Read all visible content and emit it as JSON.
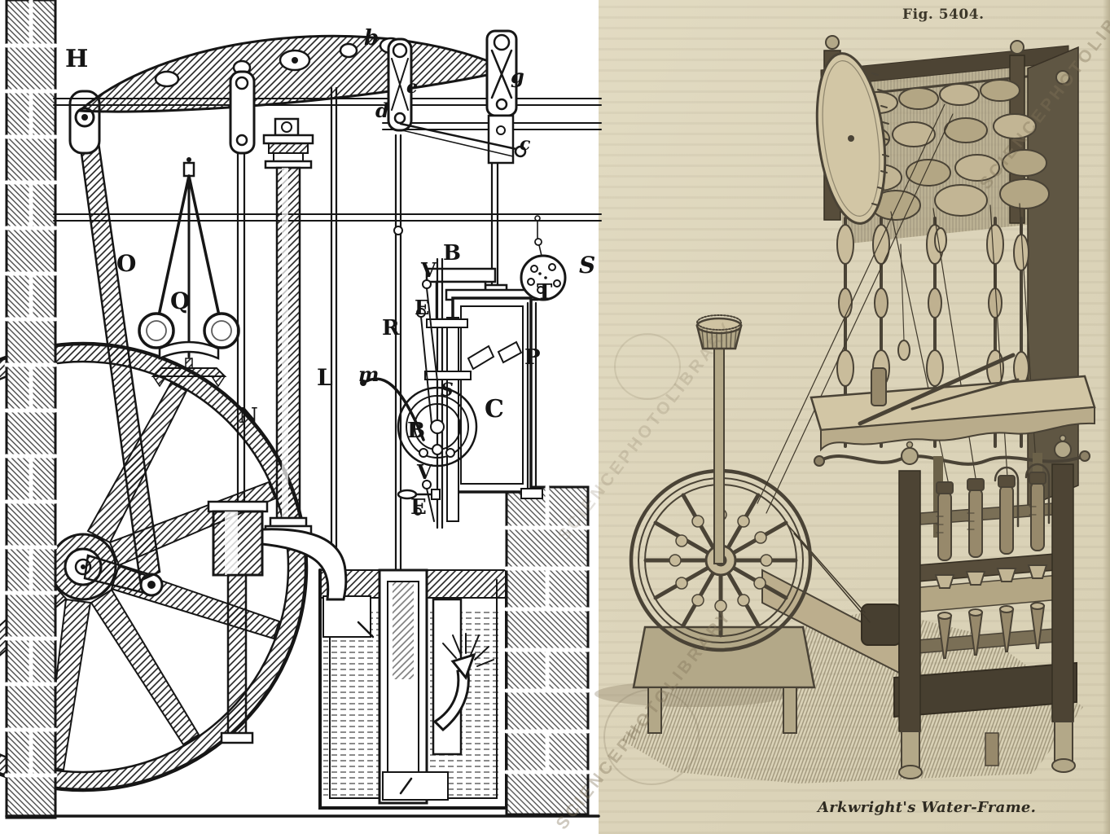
{
  "left_engraving": {
    "kind": "beam steam engine sectional diagram",
    "labels": [
      {
        "t": "H"
      },
      {
        "t": "b"
      },
      {
        "t": "e"
      },
      {
        "t": "d"
      },
      {
        "t": "g"
      },
      {
        "t": "c"
      },
      {
        "t": "O"
      },
      {
        "t": "Q"
      },
      {
        "t": "S"
      },
      {
        "t": "T"
      },
      {
        "t": "B"
      },
      {
        "t": "V"
      },
      {
        "t": "E"
      },
      {
        "t": "R"
      },
      {
        "t": "m"
      },
      {
        "t": "S"
      },
      {
        "t": "P"
      },
      {
        "t": "C"
      },
      {
        "t": "L"
      },
      {
        "t": "N"
      },
      {
        "t": "B"
      },
      {
        "t": "V"
      },
      {
        "t": "E"
      }
    ]
  },
  "right_engraving": {
    "kind": "Arkwright's water-frame engraving",
    "fig_label": "Fig. 5404.",
    "caption": "Arkwright's Water-Frame.",
    "watermark": "SCIENCEPHOTOLIBRARY"
  },
  "colors": {
    "left_ink": "#161616",
    "left_paper": "#ffffff",
    "right_paper": "#ddd5bb",
    "right_ink": "#4a4336",
    "right_shadow": "#776c52"
  }
}
